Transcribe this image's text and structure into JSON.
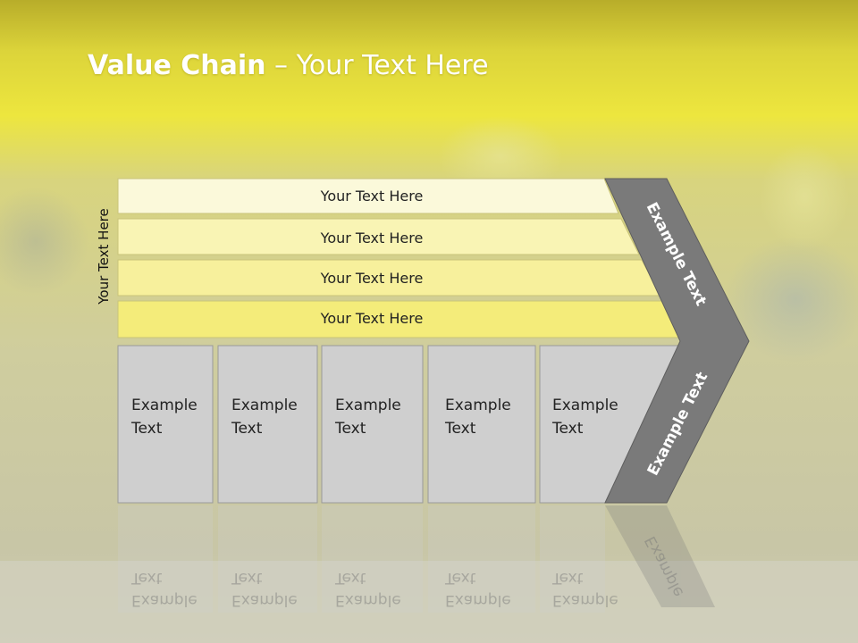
{
  "slide": {
    "title_bold": "Value Chain",
    "title_rest": " – Your Text Here",
    "vertical_label": "Your Text Here"
  },
  "bars": [
    "Your Text Here",
    "Your Text Here",
    "Your Text Here",
    "Your Text Here"
  ],
  "boxes": [
    {
      "line1": "Example",
      "line2": "Text"
    },
    {
      "line1": "Example",
      "line2": "Text"
    },
    {
      "line1": "Example",
      "line2": "Text"
    },
    {
      "line1": "Example",
      "line2": "Text"
    },
    {
      "line1": "Example",
      "line2": "Text"
    }
  ],
  "arrow": {
    "upper_text": "Example Text",
    "lower_text": "Example Text"
  },
  "reflection": {
    "box_texts": [
      "Text",
      "Text",
      "Text",
      "Text",
      "Text"
    ],
    "box_texts2": [
      "Example",
      "Example",
      "Example",
      "Example",
      "Example"
    ],
    "arrow_text": "Example"
  },
  "colors": {
    "header_yellow": "#f0e83a",
    "bar_fills": [
      "#fbf9da",
      "#f9f4b4",
      "#f7f09c",
      "#f4ec7a"
    ],
    "box_fill": "#cfcfcf",
    "arrow_fill": "#7a7a7a"
  }
}
